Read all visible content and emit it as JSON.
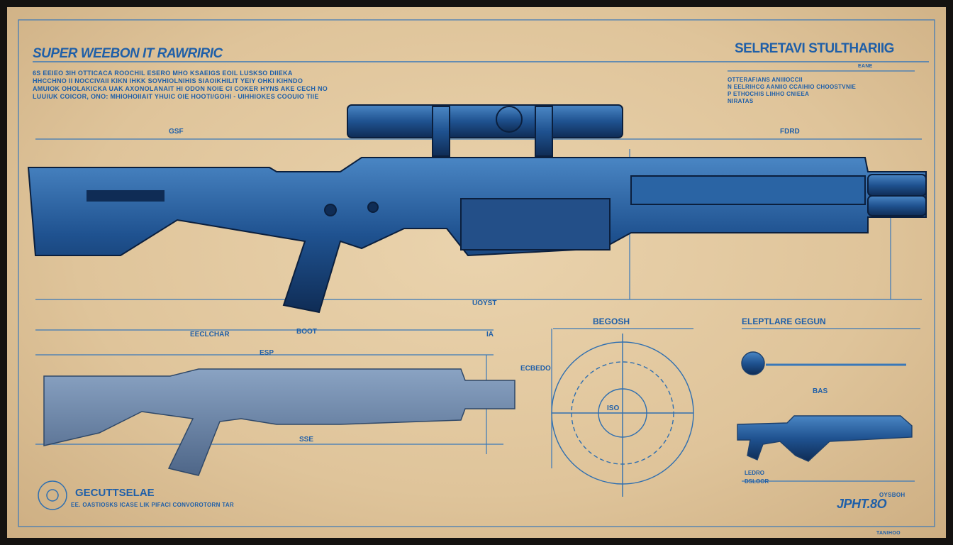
{
  "header": {
    "title_left": "SUPER WEEBON IT RAWRIRIC",
    "desc_lines": [
      "6S EEIEO 3IH OTTICACA ROOCHIL ESERO MHO  KSAEIGS   EOIL LUSKSO  DIIEKA",
      "HHCCHNO II NOCCIVAII KIKN  IHKK  SOVHIOLNIHIS   SIAOIKHILIT  YEIY  OHKI  KIHNDO",
      "AMUIOK OHOLAKICKA  UAK  AXONOLANAIT HI ODON NOIE CI COKER  HYNS AKE CECH NO",
      "LUUIUK COICOR, ONO:  MHIOHOIIAIT  YHUIC OIE HOOTI/GOHI  -  UIHHIOKES  COOUIO  TIIE"
    ],
    "title_right": "SELRETAVI STULTHARIIG",
    "right_sub": "EANE",
    "right_lines": [
      "OTTERAFIANS  ANIIIOCCII",
      "N  EELRIHCG  AANIIO CCAIHIO CHOOSTVNIE",
      "P  ETHOCHIS   LIHHO CNIEEA",
      "NIRATAS"
    ]
  },
  "dims": {
    "top_left": "GSF",
    "top_right": "FDRD",
    "main_bottom": "UOYST",
    "sec1_title": "EECLCHAR",
    "sec1_mid": "BOOT",
    "sec1_dim": "ESP",
    "sec1_bottom": "SSE",
    "sec1_right": "IA",
    "circle_title": "BEGOSH",
    "circle_left": "ECBEDO",
    "circle_center": "ISO",
    "right_title": "ELEPTLARE GEGUN",
    "right_mid": "BAS",
    "right_bottom": "LEDRO",
    "right_bottom2": "DSLOOR"
  },
  "footer": {
    "stamp_title": "GECUTTSELAE",
    "stamp_sub": "EE. OASTIOSKS ICASE LIK PIFACI CONVOROTORN TAR",
    "code_label": "OYSBOH",
    "code": "JPHT.8O",
    "corner": "TANIHOO"
  },
  "colors": {
    "ink": "#1f5fa8",
    "metal": "#1d4f86",
    "metal_light": "#3b76b5",
    "paper": "#e4c9a0"
  }
}
